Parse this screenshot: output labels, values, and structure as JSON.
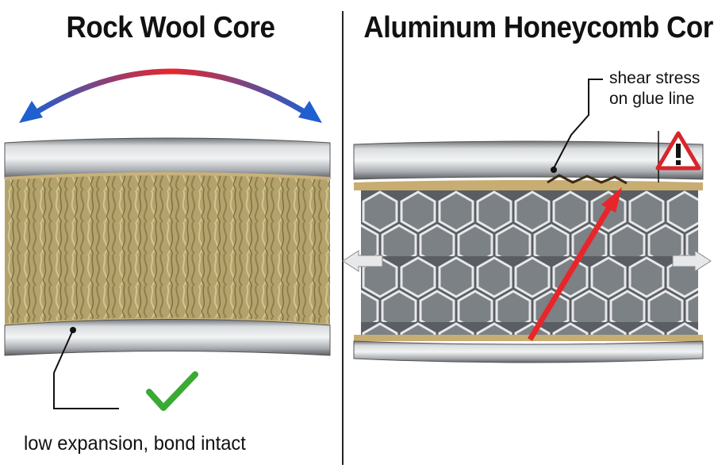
{
  "left_panel": {
    "title": "Rock Wool Core",
    "caption": "low expansion, bond intact"
  },
  "right_panel": {
    "title": "Aluminum Honeycomb Core",
    "callout_line1": "shear stress",
    "callout_line2": "on glue line"
  },
  "colors": {
    "arrow_blue": "#1f5fcf",
    "arrow_red": "#e8262a",
    "check_green": "#3aaa35",
    "warning_red": "#d7262b",
    "rock_wool": "#b8a772",
    "metal": "#b9bcbf"
  },
  "icons": [
    "double-headed-bend-arrow-icon",
    "checkmark-icon",
    "warning-triangle-icon",
    "shear-arrow-icon",
    "expansion-arrow-icon"
  ]
}
